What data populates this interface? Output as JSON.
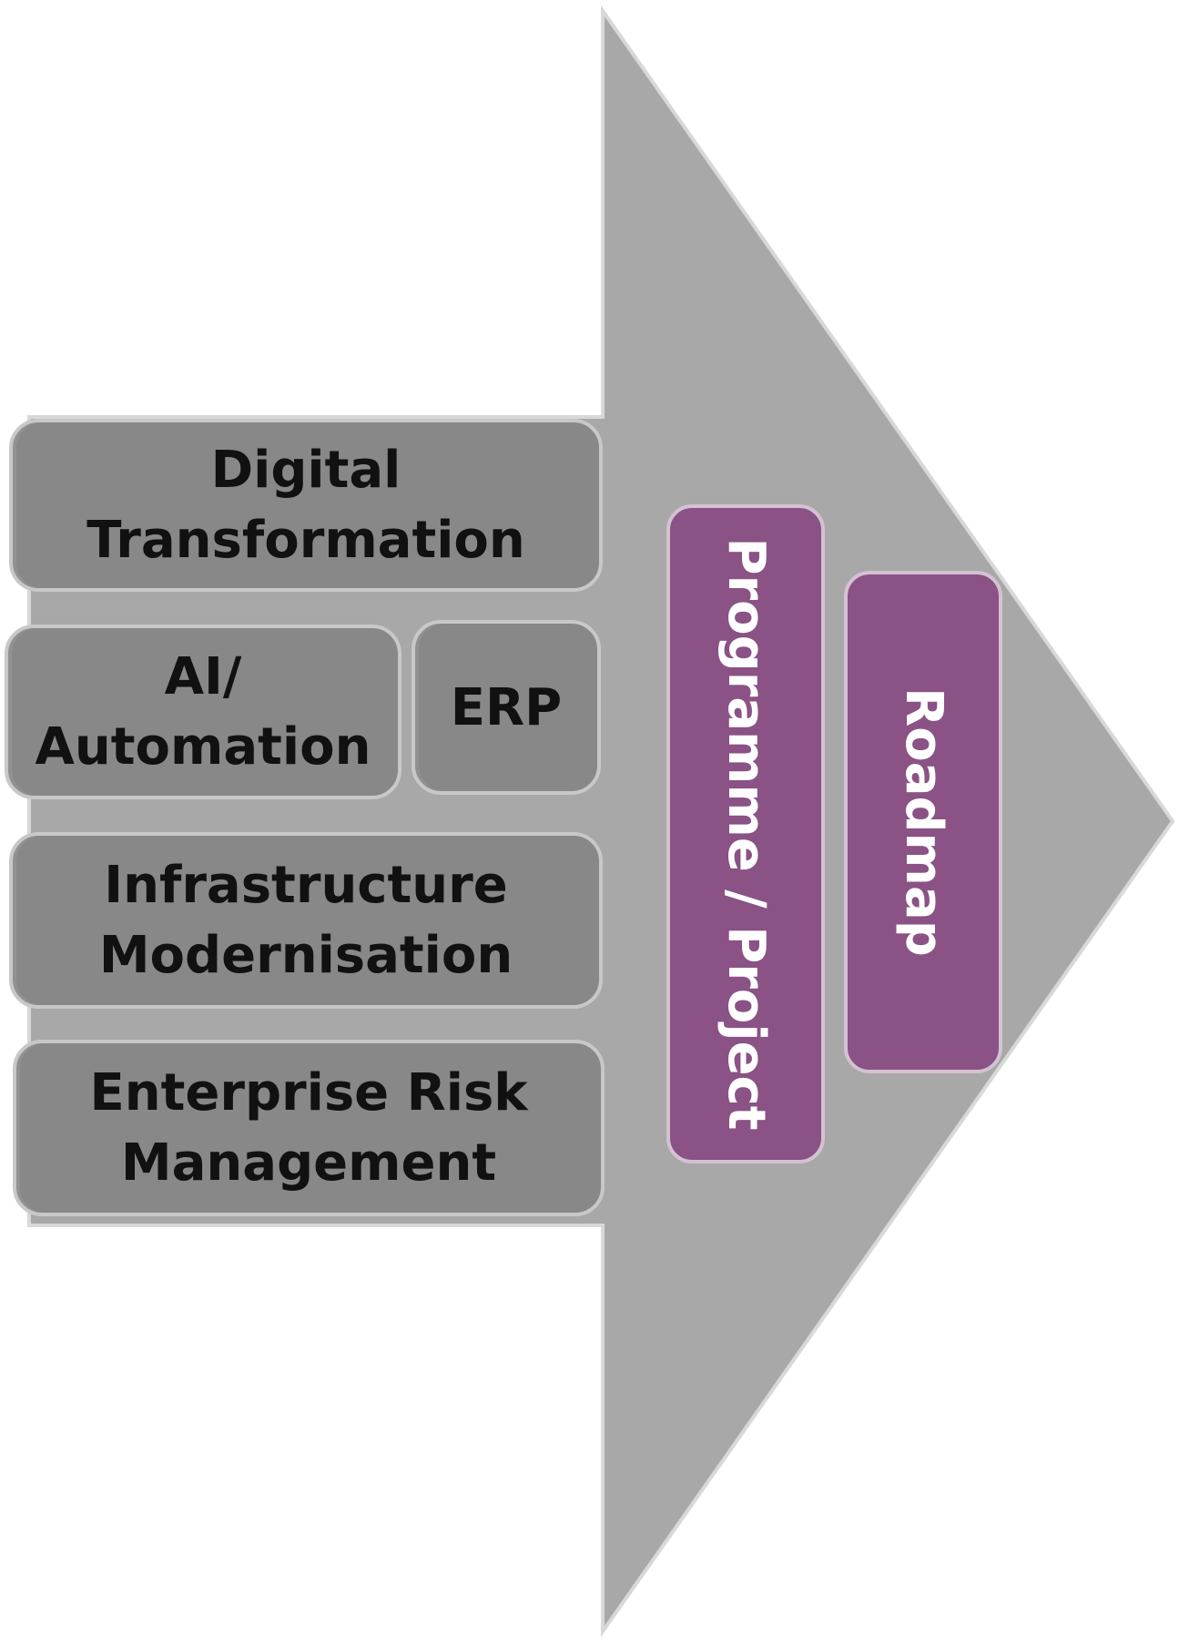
{
  "colors": {
    "arrow_fill": "#a8a8a8",
    "arrow_stroke": "#d8d8d8",
    "block_fill": "#888888",
    "block_border": "#c8c8c8",
    "block_text": "#111111",
    "accent_fill": "#8a5285",
    "accent_border": "#d3c2d2",
    "accent_text": "#ffffff"
  },
  "blocks": {
    "digital_transformation": {
      "line1": "Digital",
      "line2": "Transformation"
    },
    "ai_automation": {
      "line1": "AI/",
      "line2": "Automation"
    },
    "erp": {
      "label": "ERP"
    },
    "infrastructure_modernisation": {
      "line1": "Infrastructure",
      "line2": "Modernisation"
    },
    "enterprise_risk_management": {
      "line1": "Enterprise Risk",
      "line2": "Management"
    }
  },
  "outputs": {
    "programme_project": {
      "label": "Programme / Project"
    },
    "roadmap": {
      "label": "Roadmap"
    }
  }
}
